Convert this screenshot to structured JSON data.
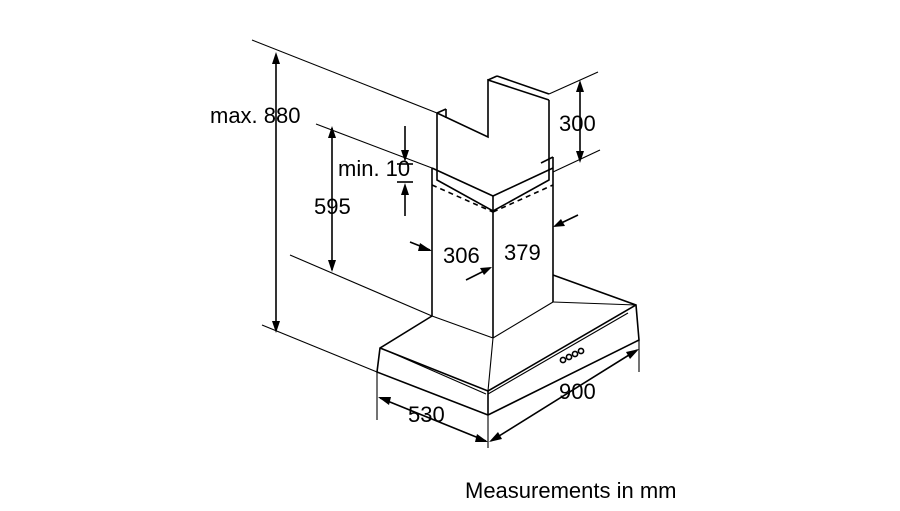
{
  "dimensions": {
    "max_height": "max. 880",
    "min_gap": "min. 10",
    "lower_height": "595",
    "top_height": "300",
    "chimney_depth": "306",
    "chimney_width": "379",
    "hood_width": "900",
    "hood_depth": "530"
  },
  "caption": "Measurements in mm"
}
